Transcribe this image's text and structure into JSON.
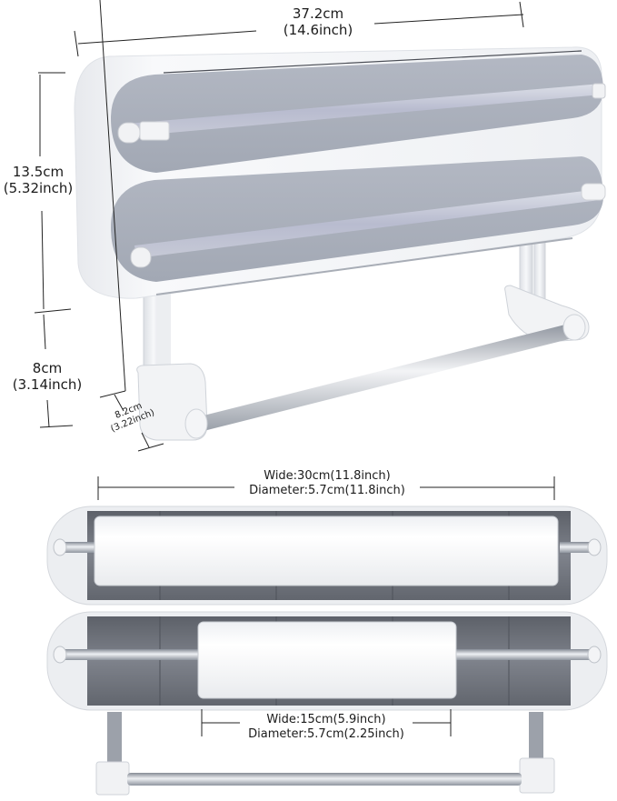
{
  "top_view": {
    "width_dimension": {
      "cm": "37.2cm",
      "inch": "(14.6inch)"
    },
    "height_upper_dimension": {
      "cm": "13.5cm",
      "inch": "(5.32inch)"
    },
    "height_lower_dimension": {
      "cm": "8cm",
      "inch": "(3.14inch)"
    },
    "depth_dimension": {
      "cm": "8.2cm",
      "inch": "(3.22inch)"
    }
  },
  "bottom_view": {
    "large_roll": {
      "wide": "Wide:30cm(11.8inch)",
      "diameter": "Diameter:5.7cm(11.8inch)"
    },
    "small_roll": {
      "wide": "Wide:15cm(5.9inch)",
      "diameter": "Diameter:5.7cm(2.25inch)"
    }
  },
  "colors": {
    "body_white": "#f4f5f7",
    "panel_gray": "#a9afbb",
    "panel_gray_light": "#c3c8d1",
    "interior_dark": "#6d717a",
    "rod_silver": "#b9bec6",
    "line": "#222222"
  }
}
